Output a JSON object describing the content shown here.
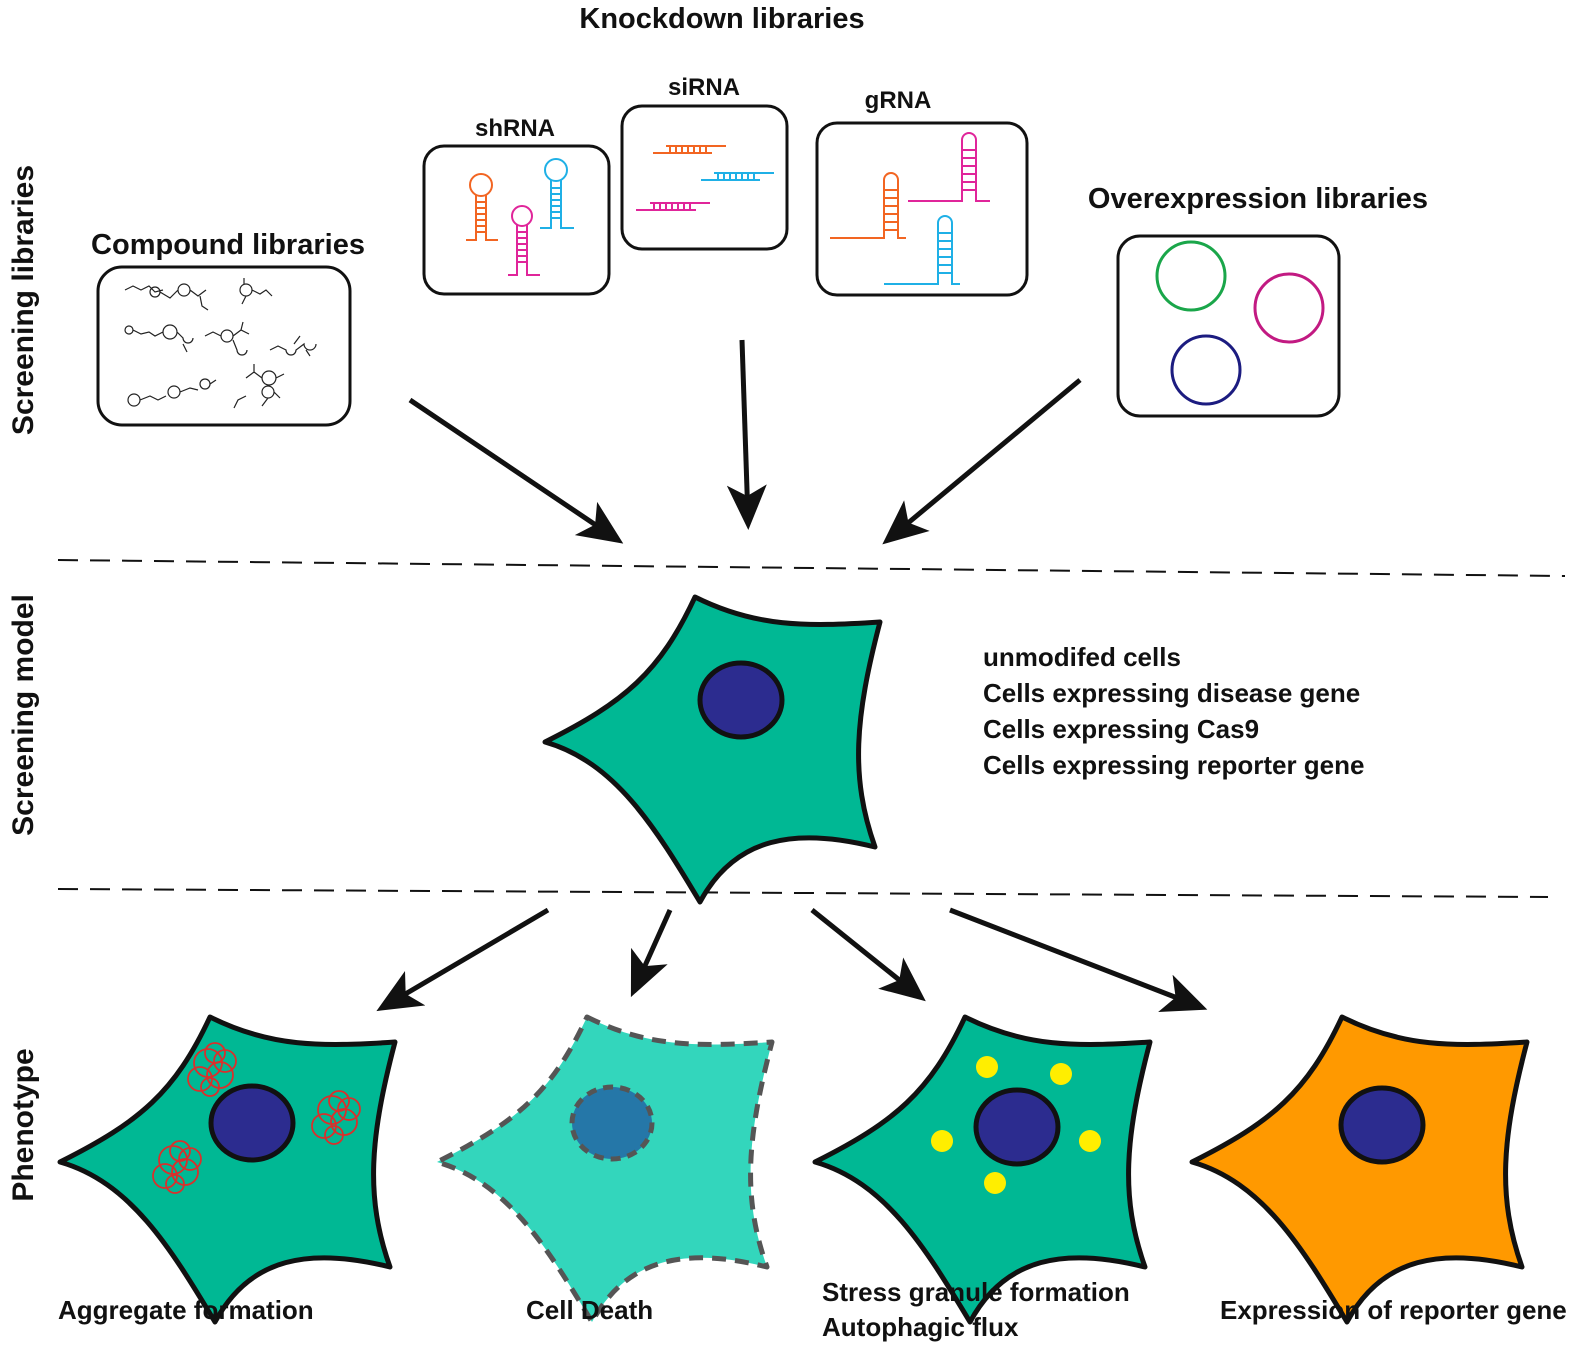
{
  "sections": {
    "libraries": "Screening libraries",
    "model": "Screening model",
    "phenotype": "Phenotype"
  },
  "knockdown": {
    "heading": "Knockdown libraries",
    "shrna": "shRNA",
    "sirna": "siRNA",
    "grna": "gRNA"
  },
  "compound": {
    "heading": "Compound libraries"
  },
  "overexpression": {
    "heading": "Overexpression libraries"
  },
  "model_list": [
    "unmodifed cells",
    "Cells expressing disease gene",
    "Cells expressing Cas9",
    "Cells expressing reporter gene"
  ],
  "phenotypes": [
    {
      "lines": [
        "Aggregate formation"
      ]
    },
    {
      "lines": [
        "Cell Death"
      ]
    },
    {
      "lines": [
        "Stress granule formation",
        "Autophagic flux"
      ]
    },
    {
      "lines": [
        "Expression of reporter gene"
      ]
    }
  ],
  "colors": {
    "cell_green": "#00b894",
    "cell_dead": "#33d6bc",
    "cell_orange": "#ff9900",
    "nucleus": "#2c2c8f",
    "nucleus_dead": "#2577a8",
    "aggregate": "#d9302c",
    "granule": "#ffee00",
    "rna_orange": "#f26522",
    "rna_blue": "#1fb0e6",
    "rna_magenta": "#e0259a",
    "plasmid_green": "#1aa64a",
    "plasmid_magenta": "#c21a82",
    "plasmid_navy": "#1c1c80"
  }
}
